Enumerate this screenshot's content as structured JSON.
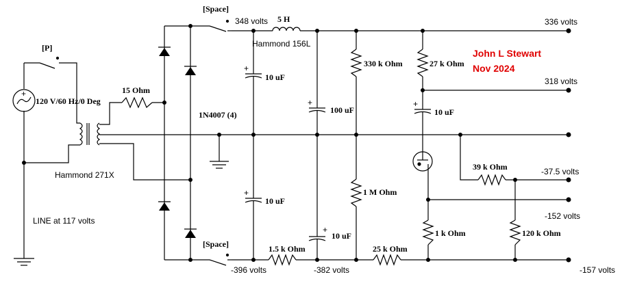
{
  "colors": {
    "wire": "#000000",
    "author": "#e00000",
    "background": "#ffffff"
  },
  "author": {
    "name": "John L Stewart",
    "date": "Nov 2024"
  },
  "switches": {
    "primary": "[P]",
    "top": "[Space]",
    "bottom": "[Space]"
  },
  "source": {
    "label": "120 V/60 Hz/0 Deg",
    "line_note": "LINE at 117 volts"
  },
  "transformer": {
    "label": "Hammond 271X"
  },
  "resistors": {
    "r15": "15  Ohm",
    "r330k": "330 k Ohm",
    "r27k": "27 k Ohm",
    "r1m": "1 M Ohm",
    "r39k": "39 k Ohm",
    "r1k": "1 k Ohm",
    "r120k": "120 k Ohm",
    "r1_5k": "1.5 k Ohm",
    "r25k": "25 k Ohm"
  },
  "capacitors": {
    "c_top": "10 uF",
    "c_mid": "100 uF",
    "c_coupling": "10 uF",
    "c_bottom": "10 uF",
    "c_bottom2": "10 uF"
  },
  "inductor": {
    "value": "5 H",
    "model": "Hammond 156L"
  },
  "diodes": {
    "label": "1N4007  (4)"
  },
  "voltages": {
    "v348": "348 volts",
    "v336": "336 volts",
    "v318": "318 volts",
    "v37_5": "-37.5 volts",
    "v152": "-152 volts",
    "v157": "-157 volts",
    "v396": "-396 volts",
    "v382": "-382 volts"
  }
}
